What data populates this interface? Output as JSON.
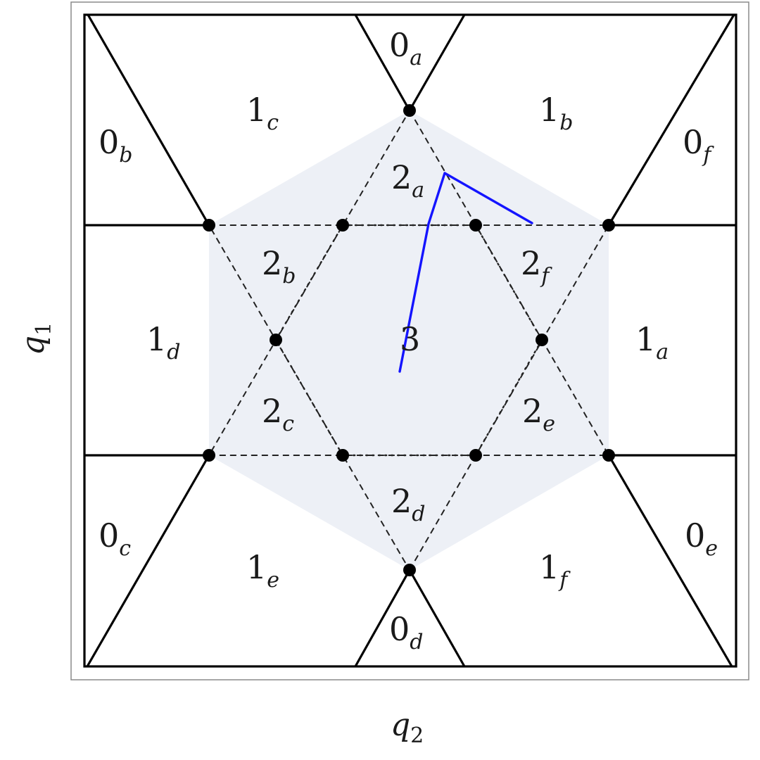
{
  "axes": {
    "x": {
      "symbol": "q",
      "subscript": "2"
    },
    "y": {
      "symbol": "q",
      "subscript": "1"
    }
  },
  "regions": [
    {
      "id": "0a",
      "main": "0",
      "sub": "a"
    },
    {
      "id": "0b",
      "main": "0",
      "sub": "b"
    },
    {
      "id": "0c",
      "main": "0",
      "sub": "c"
    },
    {
      "id": "0d",
      "main": "0",
      "sub": "d"
    },
    {
      "id": "0e",
      "main": "0",
      "sub": "e"
    },
    {
      "id": "0f",
      "main": "0",
      "sub": "f"
    },
    {
      "id": "1a",
      "main": "1",
      "sub": "a"
    },
    {
      "id": "1b",
      "main": "1",
      "sub": "b"
    },
    {
      "id": "1c",
      "main": "1",
      "sub": "c"
    },
    {
      "id": "1d",
      "main": "1",
      "sub": "d"
    },
    {
      "id": "1e",
      "main": "1",
      "sub": "e"
    },
    {
      "id": "1f",
      "main": "1",
      "sub": "f"
    },
    {
      "id": "2a",
      "main": "2",
      "sub": "a"
    },
    {
      "id": "2b",
      "main": "2",
      "sub": "b"
    },
    {
      "id": "2c",
      "main": "2",
      "sub": "c"
    },
    {
      "id": "2d",
      "main": "2",
      "sub": "d"
    },
    {
      "id": "2e",
      "main": "2",
      "sub": "e"
    },
    {
      "id": "2f",
      "main": "2",
      "sub": "f"
    },
    {
      "id": "3",
      "main": "3",
      "sub": ""
    }
  ],
  "colors": {
    "hexagon_fill": "#edf0f6",
    "path": "#1414ff",
    "lines": "#000000"
  }
}
